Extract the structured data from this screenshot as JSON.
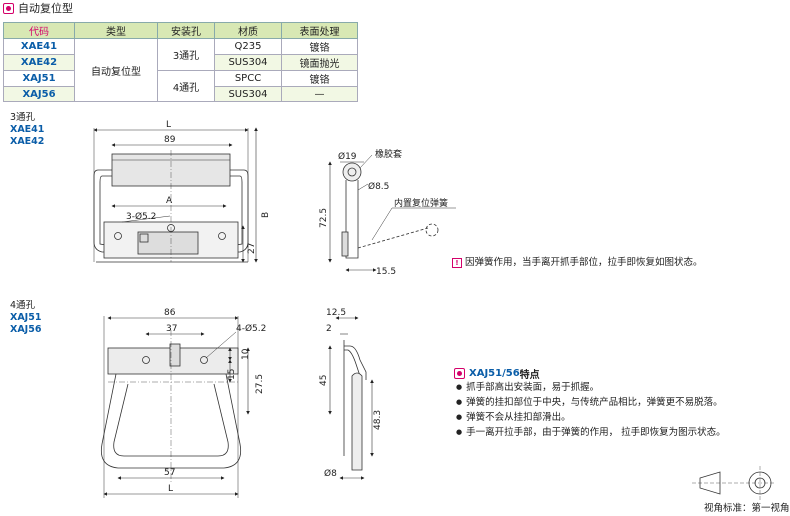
{
  "section_title": "自动复位型",
  "table": {
    "headers": [
      "代码",
      "类型",
      "安装孔",
      "材质",
      "表面处理"
    ],
    "type_merged": "自动复位型",
    "holes_3": "3通孔",
    "holes_4": "4通孔",
    "rows": [
      {
        "code": "XAE41",
        "material": "Q235",
        "finish": "镀铬"
      },
      {
        "code": "XAE42",
        "material": "SUS304",
        "finish": "镜面抛光"
      },
      {
        "code": "XAJ51",
        "material": "SPCC",
        "finish": "镀铬"
      },
      {
        "code": "XAJ56",
        "material": "SUS304",
        "finish": "—"
      }
    ]
  },
  "drawing_top": {
    "holes_label": "3通孔",
    "codes": [
      "XAE41",
      "XAE42"
    ],
    "dims": {
      "L": "L",
      "w89": "89",
      "A": "A",
      "holes": "3-Ø5.2",
      "B": "B",
      "h27": "27",
      "d19": "Ø19",
      "rubber": "橡胶套",
      "d85": "Ø8.5",
      "spring": "内置复位弹簧",
      "h725": "72.5",
      "w155": "15.5"
    },
    "note": "因弹簧作用，当手离开抓手部位，拉手即恢复如图状态。"
  },
  "drawing_bottom": {
    "holes_label": "4通孔",
    "codes": [
      "XAJ51",
      "XAJ56"
    ],
    "dims": {
      "w86": "86",
      "w37": "37",
      "holes": "4-Ø5.2",
      "h10": "10",
      "h15": "15",
      "h275": "27.5",
      "w57": "57",
      "L": "L",
      "w125": "12.5",
      "w2": "2",
      "h45": "45",
      "h483": "48.3",
      "d8": "Ø8"
    }
  },
  "features": {
    "code": "XAJ51/56",
    "suffix": "特点",
    "items": [
      "抓手部高出安装面，易于抓握。",
      "弹簧的挂扣部位于中央，与传统产品相比，弹簧更不易脱落。",
      "弹簧不会从挂扣部滑出。",
      "手一离开拉手部，由于弹簧的作用， 拉手即恢复为图示状态。"
    ]
  },
  "view_label": "视角标准：第一视角",
  "colors": {
    "accent": "#d4006a",
    "code_blue": "#0a5da8",
    "header_bg": "#d8e8b4"
  }
}
